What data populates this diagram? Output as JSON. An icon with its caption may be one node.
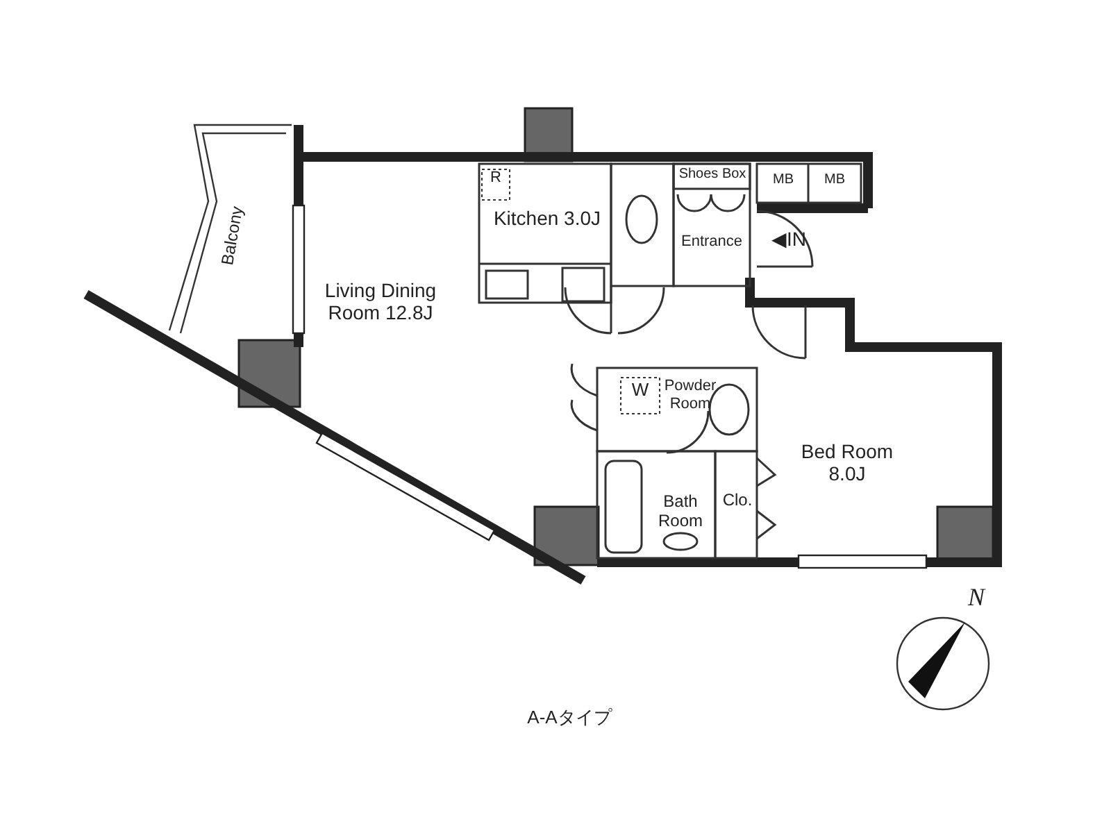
{
  "diagram": {
    "caption": "A-Aタイプ",
    "labels": [
      "R",
      "Shoes Box",
      "MB",
      "MB",
      "Kitchen 3.0J",
      "Entrance",
      "◀IN",
      "Balcony",
      "Living Dining Room 12.8J",
      "W",
      "Powder Room",
      "Bed Room 8.0J",
      "Bath Room",
      "Clo.",
      "N"
    ]
  }
}
